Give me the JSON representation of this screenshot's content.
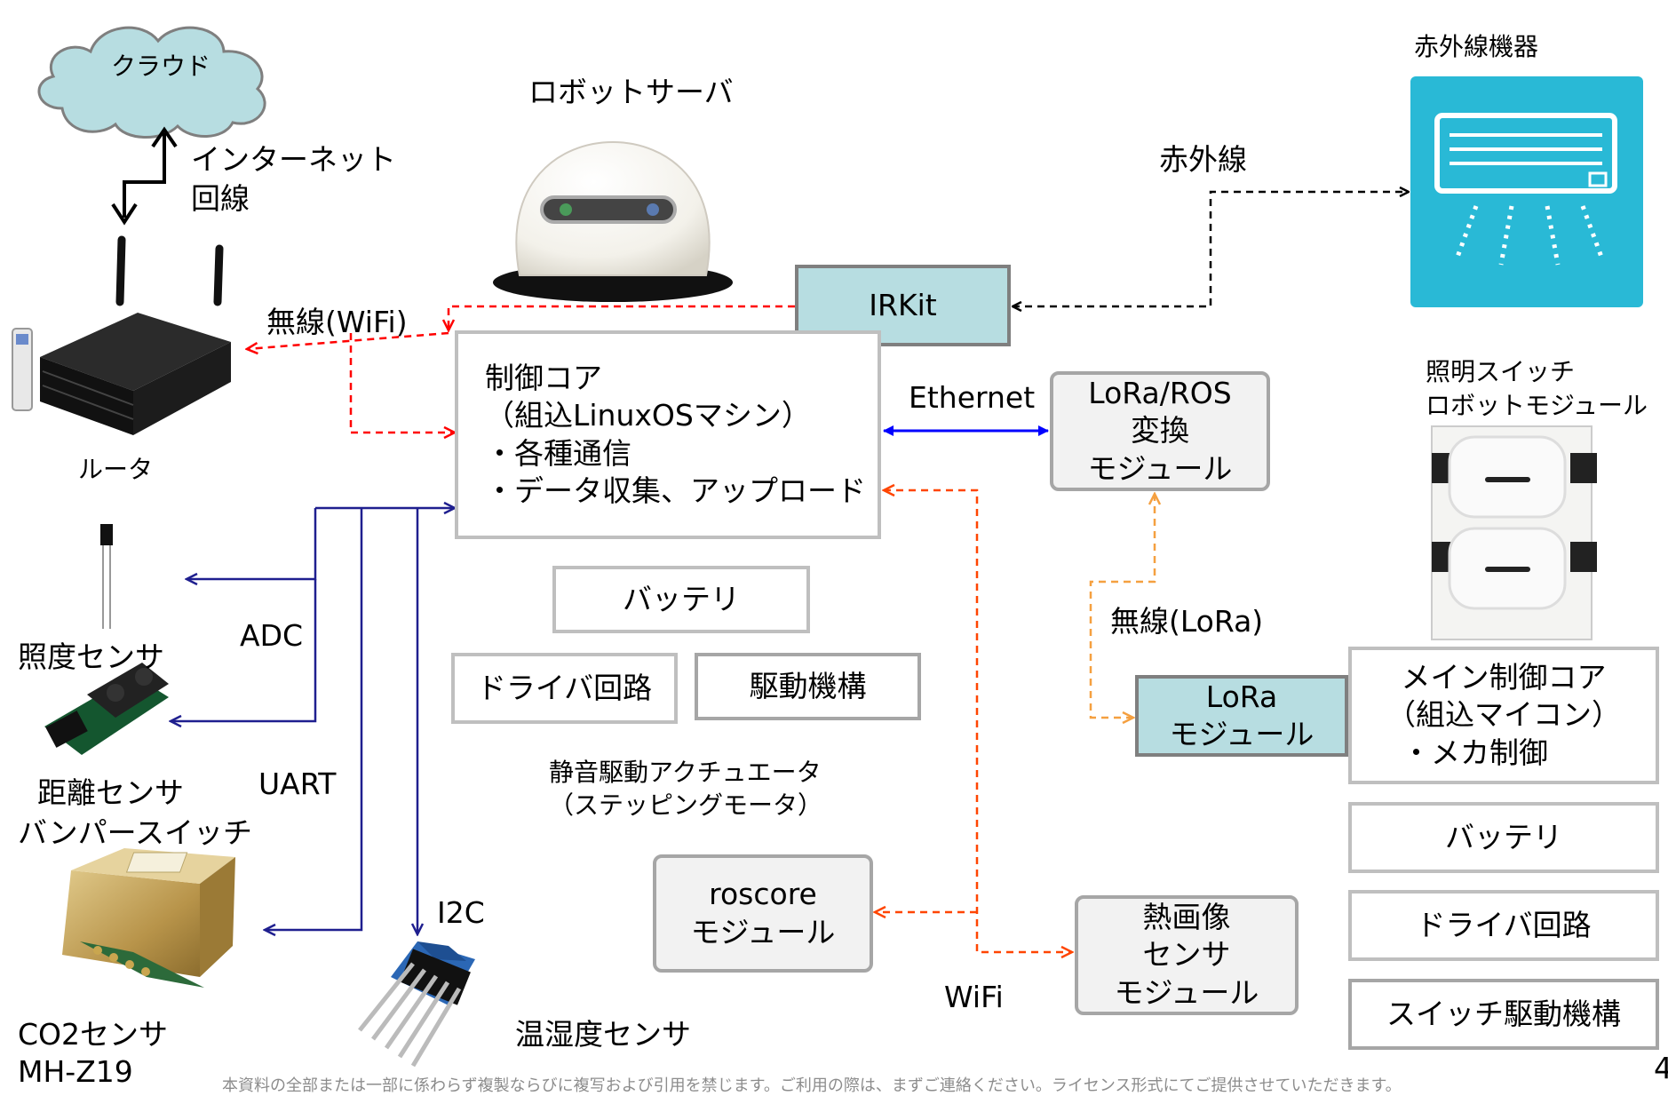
{
  "cloud": {
    "label": "クラウド"
  },
  "internet": {
    "line1": "インターネット",
    "line2": "回線"
  },
  "robot_server": {
    "title": "ロボットサーバ"
  },
  "router": {
    "label": "ルータ"
  },
  "wifi_link": {
    "label": "無線(WiFi)"
  },
  "irkit": {
    "label": "IRKit"
  },
  "infrared": {
    "label": "赤外線"
  },
  "ir_device": {
    "label": "赤外線機器"
  },
  "control_core": {
    "lines": [
      "制御コア",
      "（組込LinuxOSマシン）",
      "・各種通信",
      "・データ収集、アップロード"
    ]
  },
  "ethernet": {
    "label": "Ethernet"
  },
  "lora_ros": {
    "lines": [
      "LoRa/ROS",
      "変換",
      "モジュール"
    ]
  },
  "switch_robot": {
    "line1": "照明スイッチ",
    "line2": "ロボットモジュール"
  },
  "lora_radio": {
    "label": "無線(LoRa)"
  },
  "lora_module": {
    "lines": [
      "LoRa",
      "モジュール"
    ]
  },
  "main_core": {
    "lines": [
      "メイン制御コア",
      "（組込マイコン）",
      "・メカ制御"
    ]
  },
  "right_battery": {
    "label": "バッテリ"
  },
  "right_driver": {
    "label": "ドライバ回路"
  },
  "switch_drive": {
    "label": "スイッチ駆動機構"
  },
  "battery": {
    "label": "バッテリ"
  },
  "driver_circuit": {
    "label": "ドライバ回路"
  },
  "drive_mechanism": {
    "label": "駆動機構"
  },
  "actuator_note": {
    "line1": "静音駆動アクチュエータ",
    "line2": "（ステッピングモータ）"
  },
  "roscore": {
    "lines": [
      "roscore",
      "モジュール"
    ]
  },
  "thermal": {
    "lines": [
      "熱画像",
      "センサ",
      "モジュール"
    ]
  },
  "wifi": {
    "label": "WiFi"
  },
  "adc": {
    "label": "ADC"
  },
  "uart": {
    "label": "UART"
  },
  "i2c": {
    "label": "I2C"
  },
  "light_sensor": {
    "label": "照度センサ"
  },
  "distance_sensor": {
    "line1": "距離センサ",
    "line2": "バンパースイッチ"
  },
  "co2_sensor": {
    "line1": "CO2センサ",
    "line2": "MH-Z19"
  },
  "temp_sensor": {
    "label": "温湿度センサ"
  },
  "footer": {
    "text": "本資料の全部または一部に係わらず複製ならびに複写および引用を禁じます。ご利用の際は、まずご連絡ください。ライセンス形式にてご提供させていただきます。"
  },
  "page_number": "4",
  "colors": {
    "teal_box": "#b7dde1",
    "gray_box": "#f2f2f2",
    "red_dash": "#ff0000",
    "orange_dash": "#ff4500",
    "light_orange_dash": "#f5a040",
    "ethernet_blue": "#0000ff",
    "sensor_bus": "#1f1f8f",
    "ac_panel": "#29b9d6"
  }
}
